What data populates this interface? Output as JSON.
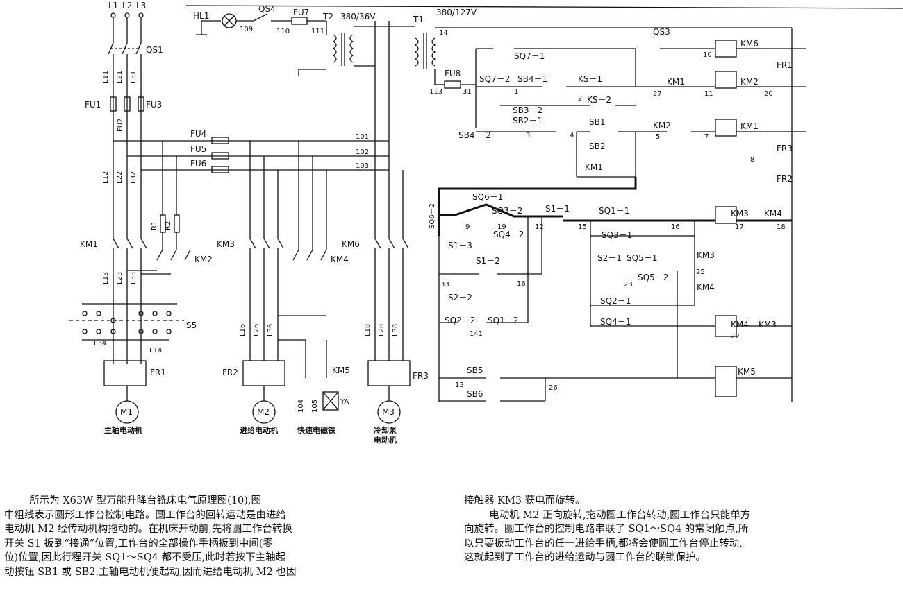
{
  "diagram": {
    "power": {
      "phases": [
        "L1",
        "L2",
        "L3"
      ],
      "main_switch": "QS1",
      "fuses": [
        "FU1",
        "FU2",
        "FU3",
        "FU4",
        "FU5",
        "FU6",
        "FU7",
        "FU8"
      ],
      "lines": [
        "L11",
        "L21",
        "L31",
        "L12",
        "L22",
        "L32",
        "L13",
        "L23",
        "L33",
        "L34",
        "L14",
        "L16",
        "L26",
        "L36",
        "L18",
        "L28",
        "L38"
      ],
      "resistors": [
        "R1",
        "R2"
      ]
    },
    "lamp": {
      "label": "HL1",
      "switch": "QS4",
      "nodes": [
        "109",
        "110",
        "111"
      ]
    },
    "transformers": {
      "t2": "T2",
      "t2_ratio": "380/36V",
      "t1": "T1",
      "t1_ratio": "380/127V"
    },
    "bus_numbers": [
      "101",
      "102",
      "103"
    ],
    "contactor_main": [
      "KM1",
      "KM2",
      "KM3",
      "KM4",
      "KM5",
      "KM6"
    ],
    "switch_s5": "S5",
    "relays": [
      "FR1",
      "FR2",
      "FR3"
    ],
    "motors": [
      {
        "id": "M1",
        "caption": "主轴电动机"
      },
      {
        "id": "M2",
        "caption": "进给电动机"
      },
      {
        "id": "M3",
        "caption": "冷却泵\n电动机"
      }
    ],
    "magnet": {
      "label": "YA",
      "caption": "快速电磁铁",
      "nodes": [
        "104",
        "105"
      ]
    },
    "control_contacts": [
      "QS3",
      "SQ7－1",
      "SQ7－2",
      "SB4－1",
      "KS－1",
      "KS－2",
      "SB3－2",
      "SB2－1",
      "SB4 －2",
      "SB1",
      "SB2",
      "KM1",
      "SQ6－1",
      "SQ3－2",
      "SQ4－2",
      "SQ6－2",
      "S1－1",
      "S1－2",
      "S1－3",
      "S2－1",
      "S2－2",
      "SQ1－1",
      "SQ3－1",
      "SQ5－1",
      "SQ5－2",
      "SQ2－1",
      "SQ4－1",
      "SQ2－2",
      "SQ1－2",
      "SB5",
      "SB6",
      "KM3",
      "KM4",
      "KM5"
    ],
    "node_numbers": [
      "14",
      "113",
      "31",
      "1",
      "2",
      "3",
      "4",
      "5",
      "7",
      "8",
      "10",
      "11",
      "20",
      "27",
      "9",
      "19",
      "12",
      "15",
      "16",
      "17",
      "18",
      "25",
      "23",
      "33",
      "141",
      "22",
      "13",
      "26"
    ]
  },
  "text": {
    "left": [
      "所示为 X63W 型万能升降台铣床电气原理图(10),图",
      "中粗线表示圆形工作台控制电路。圆工作台的回转运动是由进给",
      "电动机 M2 经传动机构拖动的。在机床开动前,先将圆工作台转换",
      "开关 S1 扳到“接通”位置,工作台的全部操作手柄扳到中间(零",
      "位)位置,因此行程开关 SQ1～SQ4 都不受压,此时若按下主轴起",
      "动按钮 SB1 或 SB2,主轴电动机便起动,因而进给电动机 M2 也因"
    ],
    "right": [
      "接触器 KM3 获电而旋转。",
      "电动机 M2 正向旋转,拖动圆工作台转动,圆工作台只能单方",
      "向旋转。圆工作台的控制电路串联了 SQ1～SQ4 的常闭触点,所",
      "以只要扳动工作台的任一进给手柄,都将会使圆工作台停止转动,",
      "这就起到了工作台的进给运动与圆工作台的联锁保护。"
    ]
  }
}
